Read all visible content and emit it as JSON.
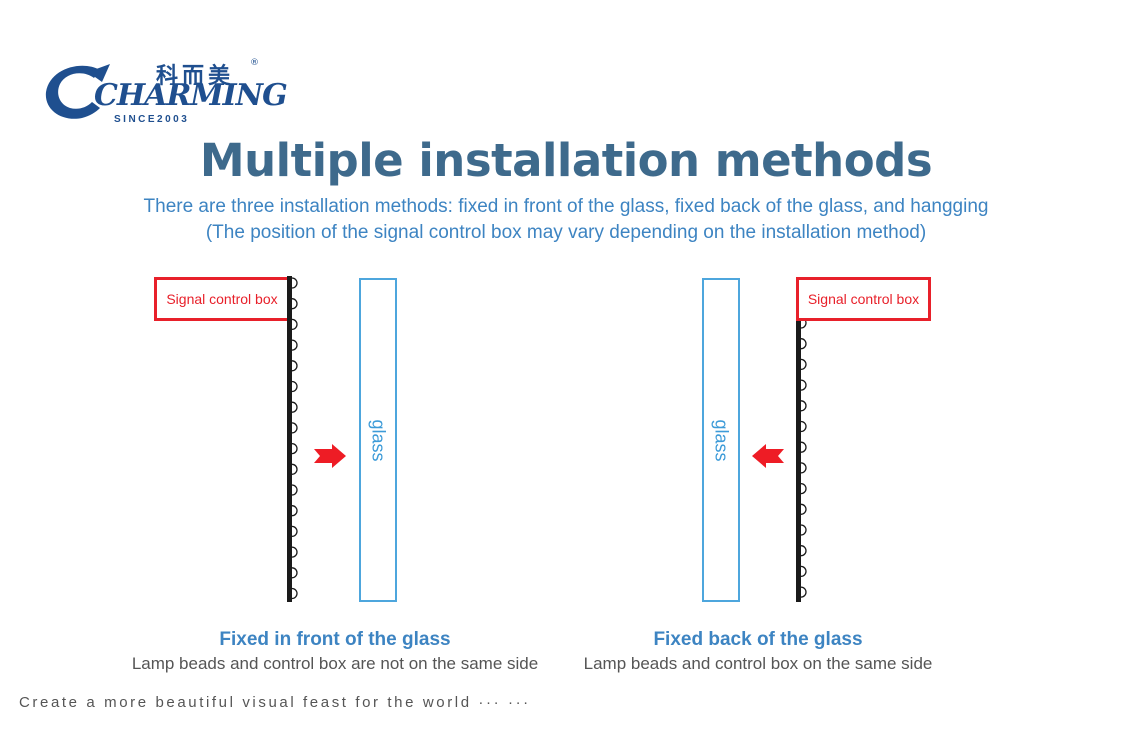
{
  "logo": {
    "cn": "科而美",
    "reg": "®",
    "word": "CHARMING",
    "since": "SINCE2003"
  },
  "title": "Multiple installation methods",
  "subtitle_line1": "There are three installation methods: fixed in front of the glass, fixed back of the glass, and hangging",
  "subtitle_line2": "(The position of the signal control box may vary depending on the installation method)",
  "left_diagram": {
    "control_box": "Signal control box",
    "glass": "glass",
    "title": "Fixed in front of the glass",
    "description": "Lamp beads and control box are not on the same side"
  },
  "right_diagram": {
    "control_box": "Signal control box",
    "glass": "glass",
    "title": "Fixed back of the glass",
    "description": "Lamp beads and control box on the same side"
  },
  "slogan": "Create a more beautiful visual feast for the world ··· ···",
  "colors": {
    "title": "#3e6a8c",
    "subtitle": "#3d84c2",
    "control_box": "#e8202a",
    "glass": "#4da6dd",
    "arrow": "#ee1c25",
    "logo": "#1f4f8f"
  }
}
